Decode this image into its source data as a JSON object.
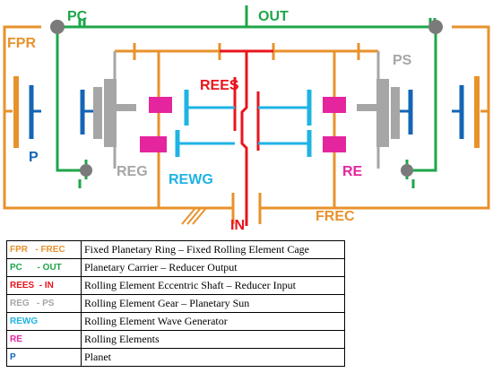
{
  "diagram": {
    "labels": {
      "pc": "PC",
      "out": "OUT",
      "fpr": "FPR",
      "ps": "PS",
      "rees": "REES",
      "p": "P",
      "reg": "REG",
      "re": "RE",
      "rewg": "REWG",
      "frec": "FREC",
      "in": "IN"
    }
  },
  "legend": [
    {
      "code": "FPR   - FREC",
      "description": "Fixed Planetary Ring – Fixed Rolling Element Cage",
      "color": "#e8922b"
    },
    {
      "code": "PC      - OUT",
      "description": "Planetary Carrier – Reducer Output",
      "color": "#1ea64a"
    },
    {
      "code": "REES  - IN",
      "description": "Rolling Element Eccentric Shaft – Reducer Input",
      "color": "#e8141c"
    },
    {
      "code": "REG   - PS",
      "description": "Rolling Element Gear – Planetary Sun",
      "color": "#a6a6a6"
    },
    {
      "code": "REWG",
      "description": "Rolling Element Wave Generator",
      "color": "#1fb3e5"
    },
    {
      "code": "RE",
      "description": "Rolling Elements",
      "color": "#e5259e"
    },
    {
      "code": "P",
      "description": "Planet",
      "color": "#1565b5"
    }
  ],
  "colors": {
    "orange": "#e8922b",
    "green": "#1ea64a",
    "red": "#e8141c",
    "gray": "#a6a6a6",
    "cyan": "#1fb3e5",
    "magenta": "#e5259e",
    "blue": "#1565b5",
    "joint": "#7a7a7a"
  }
}
